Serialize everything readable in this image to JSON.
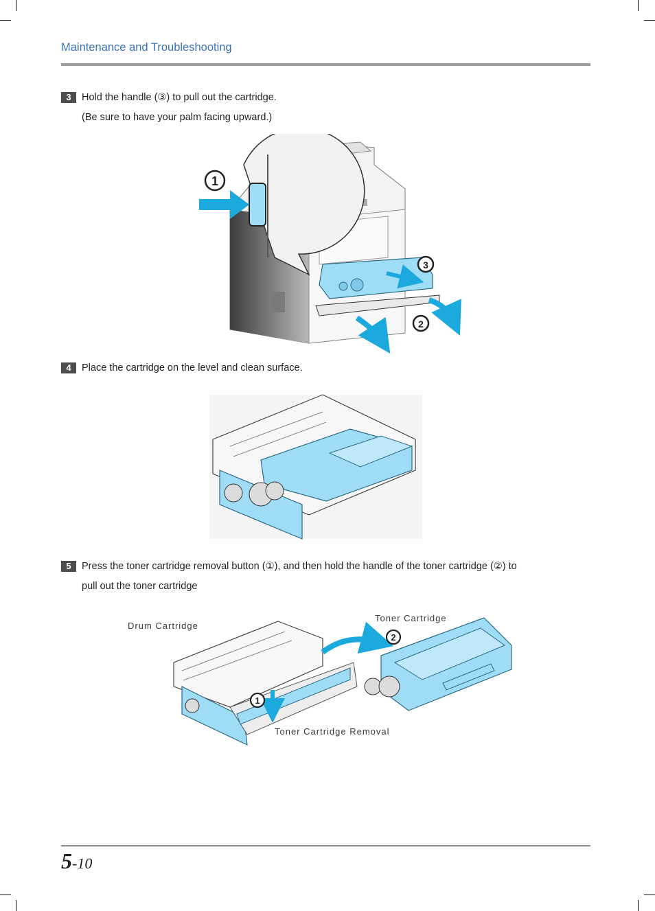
{
  "header": {
    "title": "Maintenance and Troubleshooting"
  },
  "steps": [
    {
      "number": "3",
      "lines": [
        "Hold the handle (③) to pull out the cartridge.",
        "(Be sure to have your palm facing upward.)"
      ]
    },
    {
      "number": "4",
      "lines": [
        "Place the cartridge on the level and clean surface."
      ]
    },
    {
      "number": "5",
      "lines": [
        "Press the toner cartridge removal button (①), and then hold the handle of the toner cartridge (②) to",
        "pull out the toner cartridge"
      ]
    }
  ],
  "figure1": {
    "callouts": [
      "1",
      "2",
      "3"
    ]
  },
  "figure3": {
    "labels": {
      "drum": "Drum Cartridge",
      "toner": "Toner Cartridge",
      "removal": "Toner Cartridge Removal"
    },
    "callouts": [
      "1",
      "2"
    ]
  },
  "footer": {
    "chapter": "5",
    "page": "-10"
  },
  "colors": {
    "accent": "#3b73b9",
    "cartridge": "#9fdcf5",
    "arrow": "#1ba9de"
  }
}
